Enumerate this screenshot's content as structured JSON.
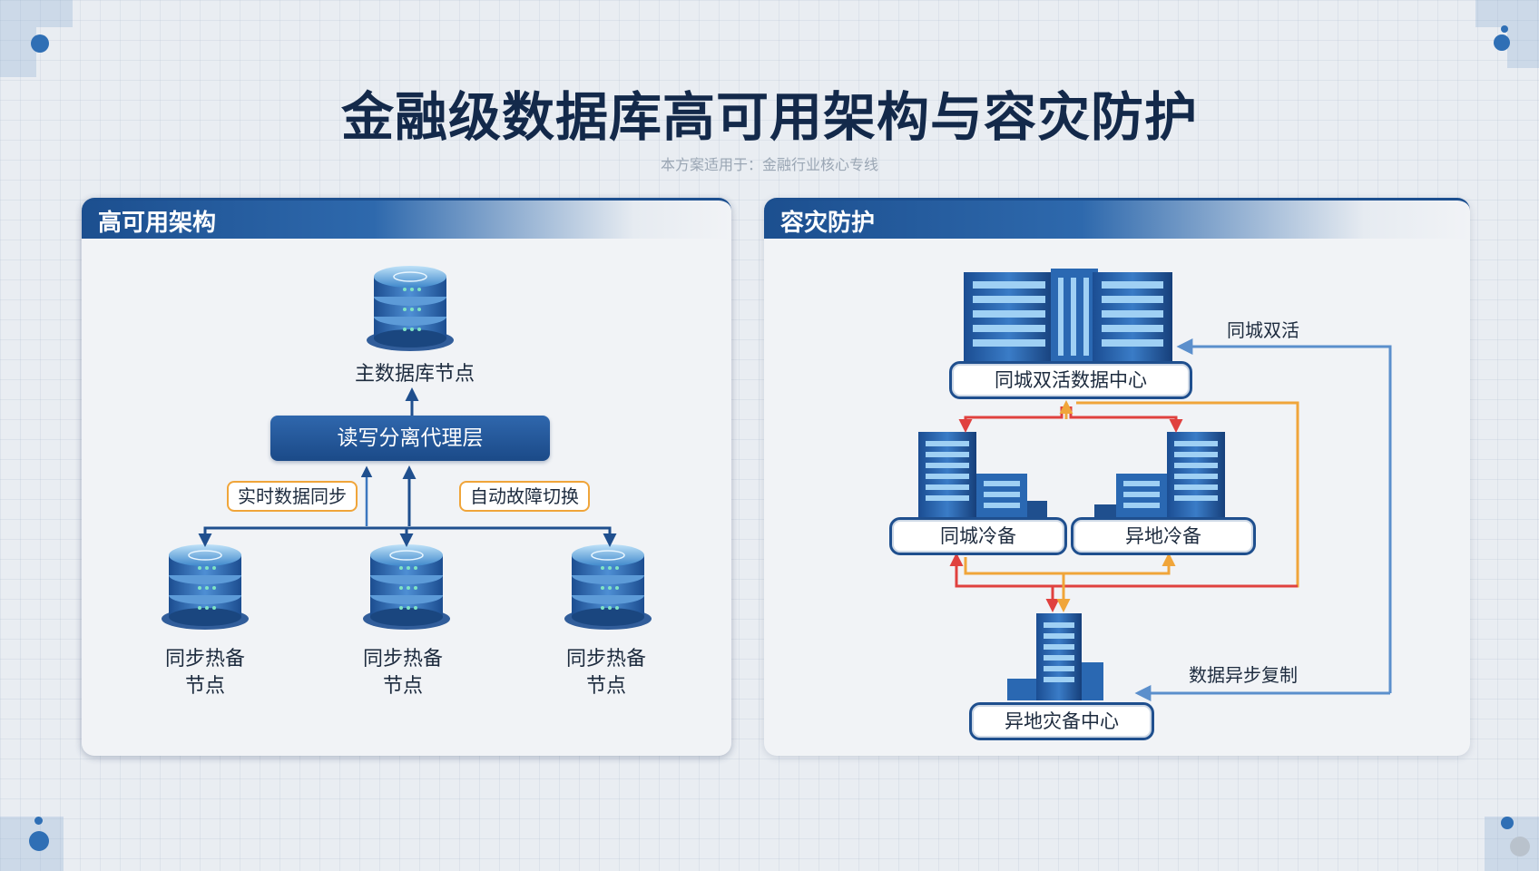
{
  "title": "金融级数据库高可用架构与容灾防护",
  "subtitle": "本方案适用于：金融行业核心专线",
  "left_panel": {
    "title": "高可用架构",
    "primary_node": "主数据库节点",
    "proxy_layer": "读写分离代理层",
    "tag_sync": "实时数据同步",
    "tag_failover": "自动故障切换",
    "standby_nodes": [
      {
        "line1": "同步热备",
        "line2": "节点"
      },
      {
        "line1": "同步热备",
        "line2": "节点"
      },
      {
        "line1": "同步热备",
        "line2": "节点"
      }
    ]
  },
  "right_panel": {
    "title": "容灾防护",
    "active_dc": "同城双活数据中心",
    "local_cold": "同城冷备",
    "remote_cold": "异地冷备",
    "remote_dr": "异地灾备中心",
    "label_dual_active": "同城双活",
    "label_async": "数据异步复制"
  },
  "colors": {
    "primary_blue": "#1f4f8e",
    "header_blue": "#1c4f8f",
    "orange": "#f0a53a",
    "red": "#e0413f",
    "light_blue_line": "#5b8fcc"
  }
}
